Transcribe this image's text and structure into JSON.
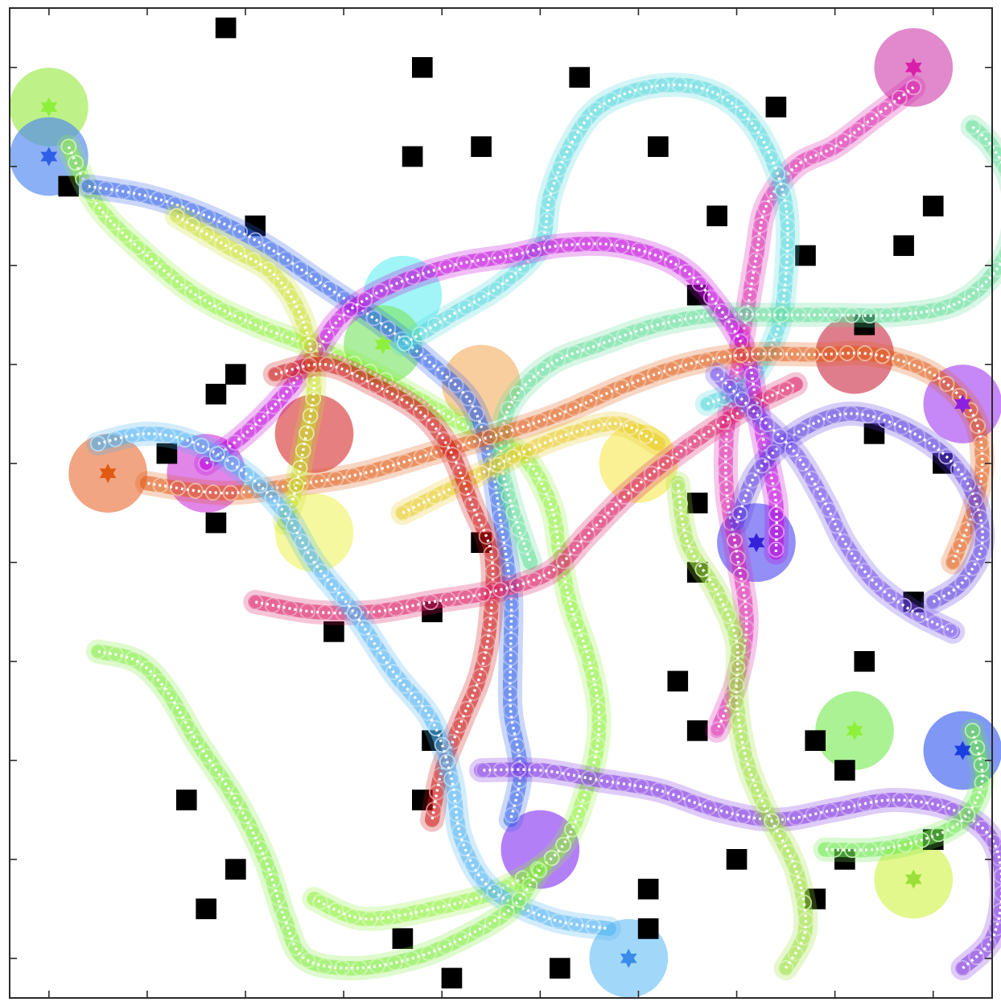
{
  "plot": {
    "type": "multi-agent-trajectories",
    "xlim": [
      0,
      10
    ],
    "ylim": [
      0,
      10
    ],
    "grid": false,
    "tick_values": [
      1,
      2,
      3,
      4,
      5,
      6,
      7,
      8,
      9,
      10
    ]
  },
  "obstacles": [
    [
      0.6,
      8.2
    ],
    [
      2.2,
      9.8
    ],
    [
      2.5,
      7.8
    ],
    [
      4.2,
      9.4
    ],
    [
      4.1,
      8.5
    ],
    [
      4.8,
      8.6
    ],
    [
      5.8,
      9.3
    ],
    [
      6.6,
      8.6
    ],
    [
      7.2,
      7.9
    ],
    [
      7.8,
      9.0
    ],
    [
      9.4,
      8.0
    ],
    [
      9.1,
      7.6
    ],
    [
      8.1,
      7.5
    ],
    [
      7.0,
      7.1
    ],
    [
      2.3,
      6.3
    ],
    [
      2.1,
      6.1
    ],
    [
      1.6,
      5.5
    ],
    [
      2.1,
      4.8
    ],
    [
      3.3,
      3.7
    ],
    [
      4.8,
      4.6
    ],
    [
      4.3,
      3.9
    ],
    [
      4.3,
      2.6
    ],
    [
      4.2,
      2.0
    ],
    [
      1.8,
      2.0
    ],
    [
      2.3,
      1.3
    ],
    [
      2.0,
      0.9
    ],
    [
      4.0,
      0.6
    ],
    [
      4.5,
      0.2
    ],
    [
      5.6,
      0.3
    ],
    [
      6.5,
      0.7
    ],
    [
      6.5,
      1.1
    ],
    [
      7.4,
      1.4
    ],
    [
      7.0,
      2.7
    ],
    [
      6.8,
      3.2
    ],
    [
      7.0,
      4.3
    ],
    [
      7.0,
      5.0
    ],
    [
      8.7,
      3.4
    ],
    [
      8.8,
      5.7
    ],
    [
      9.5,
      5.4
    ],
    [
      9.2,
      4.0
    ],
    [
      8.5,
      1.4
    ],
    [
      8.2,
      1.0
    ],
    [
      9.4,
      1.6
    ],
    [
      8.5,
      2.3
    ],
    [
      8.2,
      2.6
    ],
    [
      8.7,
      6.8
    ]
  ],
  "agents": [
    {
      "color": "#8EF03A",
      "goal": [
        0.4,
        9.0
      ],
      "start": [
        0.6,
        8.6
      ],
      "path": [
        [
          0.6,
          8.6
        ],
        [
          0.9,
          8.0
        ],
        [
          1.4,
          7.5
        ],
        [
          1.9,
          7.1
        ],
        [
          2.5,
          6.8
        ],
        [
          3.3,
          6.5
        ],
        [
          3.9,
          6.2
        ],
        [
          4.6,
          5.8
        ],
        [
          5.2,
          5.5
        ],
        [
          5.5,
          5.0
        ],
        [
          5.6,
          4.5
        ],
        [
          5.7,
          4.0
        ],
        [
          5.9,
          3.4
        ],
        [
          6.0,
          2.8
        ],
        [
          5.9,
          2.2
        ],
        [
          5.6,
          1.5
        ],
        [
          5.0,
          1.1
        ],
        [
          4.3,
          0.9
        ],
        [
          3.6,
          0.8
        ],
        [
          3.1,
          1.0
        ]
      ]
    },
    {
      "color": "#2F5FE8",
      "goal": [
        0.4,
        8.5
      ],
      "start": [
        0.8,
        8.2
      ],
      "path": [
        [
          0.8,
          8.2
        ],
        [
          1.4,
          8.1
        ],
        [
          2.0,
          7.9
        ],
        [
          2.6,
          7.6
        ],
        [
          3.2,
          7.2
        ],
        [
          3.8,
          6.8
        ],
        [
          4.3,
          6.4
        ],
        [
          4.7,
          6.0
        ],
        [
          4.9,
          5.4
        ],
        [
          5.0,
          4.8
        ],
        [
          5.1,
          4.1
        ],
        [
          5.1,
          3.5
        ],
        [
          5.1,
          2.9
        ],
        [
          5.2,
          2.3
        ],
        [
          5.1,
          1.8
        ]
      ]
    },
    {
      "color": "#D91FAA",
      "goal": [
        9.2,
        9.4
      ],
      "start": [
        9.2,
        9.2
      ],
      "path": [
        [
          9.2,
          9.2
        ],
        [
          8.8,
          8.9
        ],
        [
          8.4,
          8.6
        ],
        [
          8.0,
          8.4
        ],
        [
          7.7,
          8.0
        ],
        [
          7.6,
          7.5
        ],
        [
          7.5,
          6.9
        ],
        [
          7.4,
          6.3
        ],
        [
          7.3,
          5.7
        ],
        [
          7.3,
          5.1
        ],
        [
          7.4,
          4.5
        ],
        [
          7.5,
          3.8
        ],
        [
          7.4,
          3.2
        ],
        [
          7.2,
          2.7
        ]
      ]
    },
    {
      "color": "#4FD6DA",
      "goal": [
        3.7,
        7.0
      ],
      "start": [
        7.1,
        6.0
      ],
      "path": [
        [
          7.1,
          6.0
        ],
        [
          7.5,
          6.2
        ],
        [
          7.8,
          6.7
        ],
        [
          7.9,
          7.3
        ],
        [
          7.9,
          8.0
        ],
        [
          7.7,
          8.6
        ],
        [
          7.4,
          9.0
        ],
        [
          7.0,
          9.2
        ],
        [
          6.5,
          9.2
        ],
        [
          6.0,
          9.0
        ],
        [
          5.7,
          8.6
        ],
        [
          5.5,
          8.1
        ],
        [
          5.4,
          7.6
        ],
        [
          5.0,
          7.2
        ],
        [
          4.5,
          6.9
        ],
        [
          4.0,
          6.6
        ]
      ]
    },
    {
      "color": "#5FDC98",
      "goal": [
        9.8,
        8.6
      ],
      "start": [
        9.8,
        8.8
      ],
      "path": [
        [
          9.8,
          8.8
        ],
        [
          10.0,
          8.6
        ],
        [
          10.2,
          8.2
        ],
        [
          10.2,
          7.7
        ],
        [
          10.0,
          7.3
        ],
        [
          9.6,
          7.0
        ],
        [
          9.0,
          6.9
        ],
        [
          8.4,
          6.9
        ],
        [
          7.8,
          6.9
        ],
        [
          7.2,
          6.9
        ],
        [
          6.6,
          6.8
        ],
        [
          6.0,
          6.6
        ],
        [
          5.5,
          6.4
        ],
        [
          5.1,
          6.0
        ],
        [
          5.0,
          5.5
        ],
        [
          5.1,
          5.0
        ],
        [
          5.3,
          4.4
        ]
      ]
    },
    {
      "color": "#C000D8",
      "goal": [
        6.1,
        5.6
      ],
      "start": [
        2.0,
        5.4
      ],
      "path": [
        [
          2.0,
          5.4
        ],
        [
          2.4,
          5.7
        ],
        [
          2.8,
          6.1
        ],
        [
          3.1,
          6.5
        ],
        [
          3.4,
          6.9
        ],
        [
          3.9,
          7.2
        ],
        [
          4.5,
          7.4
        ],
        [
          5.1,
          7.5
        ],
        [
          5.6,
          7.6
        ],
        [
          6.2,
          7.6
        ],
        [
          6.8,
          7.4
        ],
        [
          7.2,
          7.0
        ],
        [
          7.5,
          6.5
        ],
        [
          7.6,
          6.0
        ],
        [
          7.7,
          5.5
        ],
        [
          7.8,
          5.0
        ],
        [
          7.8,
          4.5
        ]
      ]
    },
    {
      "color": "#E05A12",
      "goal": [
        1.0,
        5.2
      ],
      "start": [
        9.6,
        4.4
      ],
      "path": [
        [
          9.6,
          4.4
        ],
        [
          9.8,
          4.9
        ],
        [
          9.9,
          5.4
        ],
        [
          9.8,
          5.9
        ],
        [
          9.4,
          6.3
        ],
        [
          8.8,
          6.5
        ],
        [
          8.2,
          6.5
        ],
        [
          7.5,
          6.5
        ],
        [
          6.9,
          6.4
        ],
        [
          6.3,
          6.2
        ],
        [
          5.6,
          5.9
        ],
        [
          5.0,
          5.7
        ],
        [
          4.3,
          5.5
        ],
        [
          3.6,
          5.3
        ],
        [
          3.0,
          5.2
        ],
        [
          2.2,
          5.1
        ],
        [
          1.4,
          5.2
        ]
      ]
    },
    {
      "color": "#C8E02A",
      "goal": [
        5.8,
        5.5
      ],
      "start": [
        1.7,
        7.9
      ],
      "path": [
        [
          1.7,
          7.9
        ],
        [
          2.2,
          7.6
        ],
        [
          2.7,
          7.3
        ],
        [
          3.0,
          6.8
        ],
        [
          3.1,
          6.2
        ],
        [
          3.0,
          5.6
        ],
        [
          2.9,
          5.1
        ],
        [
          2.8,
          4.8
        ]
      ]
    },
    {
      "color": "#E7C91F",
      "goal": [
        5.8,
        5.5
      ],
      "start": [
        4.0,
        4.9
      ],
      "path": [
        [
          4.0,
          4.9
        ],
        [
          4.4,
          5.1
        ],
        [
          4.8,
          5.3
        ],
        [
          5.2,
          5.5
        ],
        [
          5.7,
          5.7
        ],
        [
          6.2,
          5.8
        ],
        [
          6.6,
          5.6
        ]
      ]
    },
    {
      "color": "#CC1111",
      "goal": [
        2.9,
        5.8
      ],
      "start": [
        2.7,
        6.3
      ],
      "path": [
        [
          2.7,
          6.3
        ],
        [
          3.2,
          6.4
        ],
        [
          3.7,
          6.2
        ],
        [
          4.2,
          5.9
        ],
        [
          4.5,
          5.5
        ],
        [
          4.7,
          5.0
        ],
        [
          4.9,
          4.5
        ],
        [
          4.9,
          3.9
        ],
        [
          4.8,
          3.3
        ],
        [
          4.6,
          2.8
        ],
        [
          4.4,
          2.3
        ],
        [
          4.3,
          1.8
        ]
      ]
    },
    {
      "color": "#D81860",
      "goal": [
        8.0,
        6.4
      ],
      "start": [
        2.5,
        4.0
      ],
      "path": [
        [
          2.5,
          4.0
        ],
        [
          3.1,
          3.9
        ],
        [
          3.7,
          3.9
        ],
        [
          4.3,
          4.0
        ],
        [
          4.9,
          4.1
        ],
        [
          5.5,
          4.3
        ],
        [
          5.9,
          4.7
        ],
        [
          6.3,
          5.1
        ],
        [
          6.8,
          5.5
        ],
        [
          7.4,
          5.9
        ],
        [
          8.0,
          6.2
        ]
      ]
    },
    {
      "color": "#5A3ADC",
      "goal": [
        7.8,
        4.3
      ],
      "start": [
        9.4,
        4.0
      ],
      "path": [
        [
          9.4,
          4.0
        ],
        [
          9.7,
          4.2
        ],
        [
          9.9,
          4.6
        ],
        [
          9.8,
          5.1
        ],
        [
          9.5,
          5.5
        ],
        [
          9.0,
          5.8
        ],
        [
          8.5,
          5.9
        ],
        [
          8.0,
          5.7
        ],
        [
          7.6,
          5.3
        ],
        [
          7.4,
          4.8
        ]
      ]
    },
    {
      "color": "#7C2FE0",
      "goal": [
        5.0,
        1.8
      ],
      "start": [
        9.7,
        0.3
      ],
      "path": [
        [
          9.7,
          0.3
        ],
        [
          10.0,
          0.6
        ],
        [
          10.1,
          1.1
        ],
        [
          10.0,
          1.6
        ],
        [
          9.6,
          1.9
        ],
        [
          9.0,
          2.0
        ],
        [
          8.4,
          1.9
        ],
        [
          7.8,
          1.8
        ],
        [
          7.2,
          1.9
        ],
        [
          6.6,
          2.1
        ],
        [
          6.0,
          2.2
        ],
        [
          5.4,
          2.3
        ],
        [
          4.8,
          2.3
        ]
      ]
    },
    {
      "color": "#6B46E8",
      "goal": [
        7.0,
        6.8
      ],
      "start": [
        7.2,
        6.3
      ],
      "path": [
        [
          7.2,
          6.3
        ],
        [
          7.6,
          5.9
        ],
        [
          8.0,
          5.5
        ],
        [
          8.3,
          5.0
        ],
        [
          8.5,
          4.6
        ],
        [
          8.8,
          4.2
        ],
        [
          9.2,
          3.9
        ],
        [
          9.6,
          3.7
        ]
      ]
    },
    {
      "color": "#4FB3F2",
      "goal": [
        0.8,
        5.4
      ],
      "start": [
        0.9,
        5.6
      ],
      "path": [
        [
          0.9,
          5.6
        ],
        [
          1.4,
          5.7
        ],
        [
          1.9,
          5.6
        ],
        [
          2.4,
          5.3
        ],
        [
          2.8,
          4.9
        ],
        [
          3.1,
          4.4
        ],
        [
          3.5,
          3.9
        ],
        [
          3.9,
          3.3
        ],
        [
          4.3,
          2.8
        ],
        [
          4.5,
          2.2
        ],
        [
          4.6,
          1.6
        ],
        [
          4.9,
          1.1
        ],
        [
          5.5,
          0.8
        ],
        [
          6.1,
          0.7
        ]
      ]
    },
    {
      "color": "#6CE74B",
      "goal": [
        9.2,
        1.4
      ],
      "start": [
        9.8,
        2.7
      ],
      "path": [
        [
          9.8,
          2.7
        ],
        [
          9.9,
          2.2
        ],
        [
          9.7,
          1.8
        ],
        [
          9.3,
          1.6
        ],
        [
          8.8,
          1.5
        ],
        [
          8.3,
          1.5
        ]
      ]
    },
    {
      "color": "#7EEB3C",
      "goal": [
        8.5,
        2.3
      ],
      "start": [
        0.9,
        3.5
      ],
      "path": [
        [
          0.9,
          3.5
        ],
        [
          1.3,
          3.4
        ],
        [
          1.6,
          3.1
        ],
        [
          1.9,
          2.6
        ],
        [
          2.3,
          2.0
        ],
        [
          2.6,
          1.4
        ],
        [
          2.8,
          0.8
        ],
        [
          3.0,
          0.4
        ],
        [
          3.5,
          0.3
        ],
        [
          4.1,
          0.4
        ],
        [
          4.6,
          0.6
        ],
        [
          5.1,
          0.9
        ],
        [
          5.4,
          1.3
        ]
      ]
    },
    {
      "color": "#9BE03A",
      "goal": [
        8.6,
        1.9
      ],
      "start": [
        7.9,
        0.3
      ],
      "path": [
        [
          7.9,
          0.3
        ],
        [
          8.1,
          0.7
        ],
        [
          8.0,
          1.3
        ],
        [
          7.7,
          1.9
        ],
        [
          7.5,
          2.4
        ],
        [
          7.4,
          3.0
        ],
        [
          7.4,
          3.6
        ],
        [
          7.2,
          4.1
        ],
        [
          6.9,
          4.6
        ],
        [
          6.8,
          5.2
        ]
      ]
    }
  ],
  "goal_circles": [
    {
      "color": "#9BEB4A",
      "center": [
        0.4,
        9.0
      ],
      "marker": "#8EF03A"
    },
    {
      "color": "#4F86F0",
      "center": [
        0.4,
        8.5
      ],
      "marker": "#2F5FE8"
    },
    {
      "color": "#D14AB1",
      "center": [
        9.2,
        9.4
      ],
      "marker": "#D91FAA"
    },
    {
      "color": "#6FF0F2",
      "center": [
        4.0,
        7.1
      ],
      "marker": null
    },
    {
      "color": "#7EE76A",
      "center": [
        3.8,
        6.6
      ],
      "marker": "#8EF03A"
    },
    {
      "color": "#F5B36A",
      "center": [
        4.8,
        6.2
      ],
      "marker": null
    },
    {
      "color": "#D83A3A",
      "center": [
        3.1,
        5.7
      ],
      "marker": null
    },
    {
      "color": "#D144DD",
      "center": [
        2.0,
        5.3
      ],
      "marker": null
    },
    {
      "color": "#E9753F",
      "center": [
        1.0,
        5.3
      ],
      "marker": "#E05A12"
    },
    {
      "color": "#EFF46A",
      "center": [
        3.1,
        4.7
      ],
      "marker": null
    },
    {
      "color": "#F6E95A",
      "center": [
        6.4,
        5.4
      ],
      "marker": null
    },
    {
      "color": "#D0374F",
      "center": [
        8.6,
        6.5
      ],
      "marker": null
    },
    {
      "color": "#A848F2",
      "center": [
        9.7,
        6.0
      ],
      "marker": "#8C1FE0"
    },
    {
      "color": "#5A52F2",
      "center": [
        7.6,
        4.6
      ],
      "marker": "#3322D8"
    },
    {
      "color": "#7EEB5A",
      "center": [
        8.6,
        2.7
      ],
      "marker": "#8EF03A"
    },
    {
      "color": "#3D5FF0",
      "center": [
        9.7,
        2.5
      ],
      "marker": "#1A3FE0"
    },
    {
      "color": "#8A3AF2",
      "center": [
        5.4,
        1.5
      ],
      "marker": null
    },
    {
      "color": "#D3F24E",
      "center": [
        9.2,
        1.2
      ],
      "marker": "#9BE03A"
    },
    {
      "color": "#6EC1F6",
      "center": [
        6.3,
        0.4
      ],
      "marker": "#3A8CE8"
    }
  ]
}
